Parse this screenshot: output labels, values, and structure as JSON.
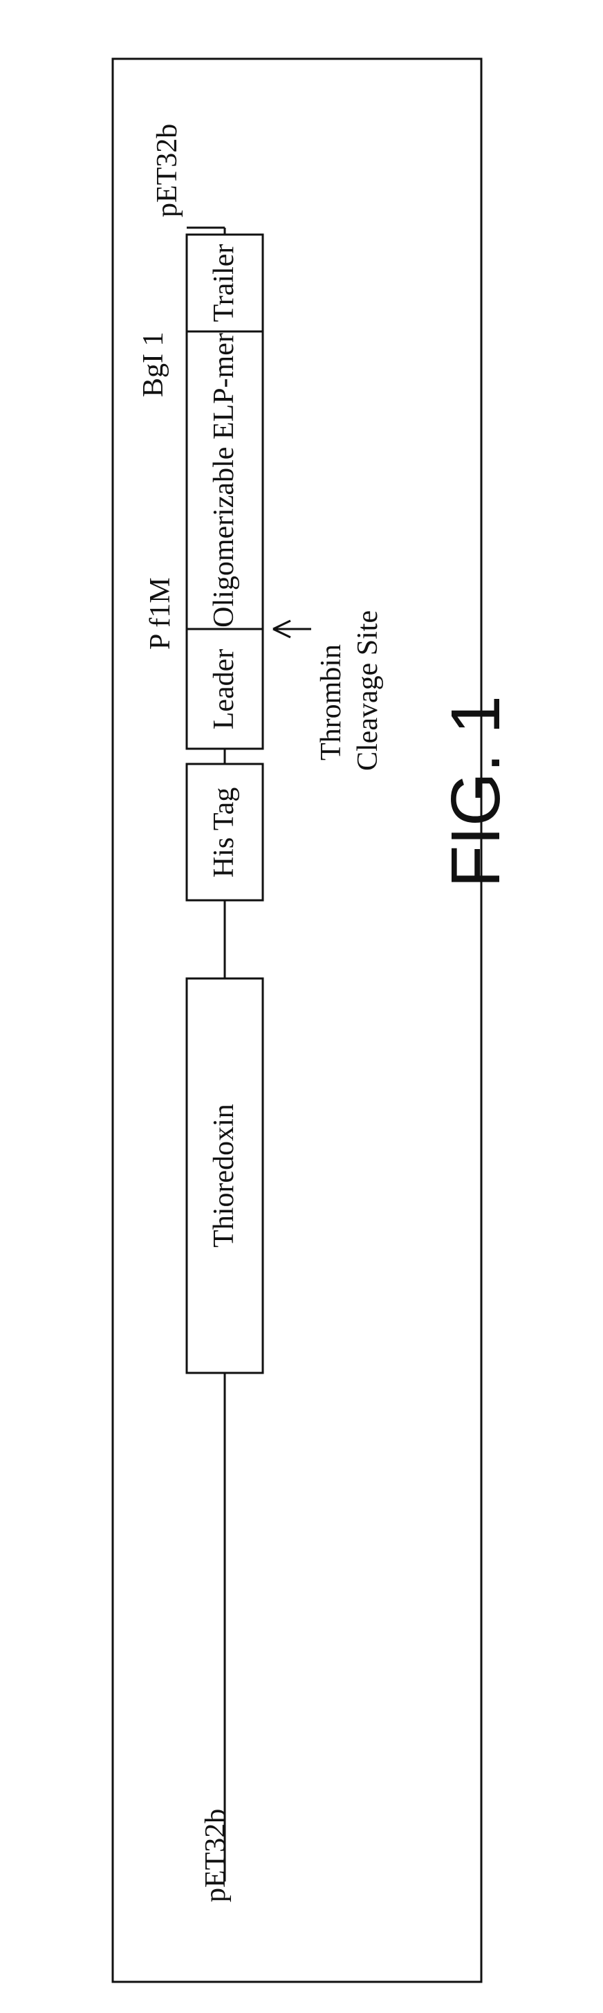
{
  "figure": {
    "caption": "FIG. 1"
  },
  "construct": {
    "vector_left": "pET32b",
    "vector_right": "pET32b",
    "segments": {
      "thioredoxin": "Thioredoxin",
      "his_tag": "His Tag",
      "leader": "Leader",
      "elp": "Oligomerizable ELP-mer",
      "trailer": "Trailer"
    },
    "sites": {
      "pflm": "P f1M",
      "bgl1": "BgI 1"
    },
    "cleavage": {
      "line1": "Thrombin",
      "line2": "Cleavage Site"
    }
  }
}
